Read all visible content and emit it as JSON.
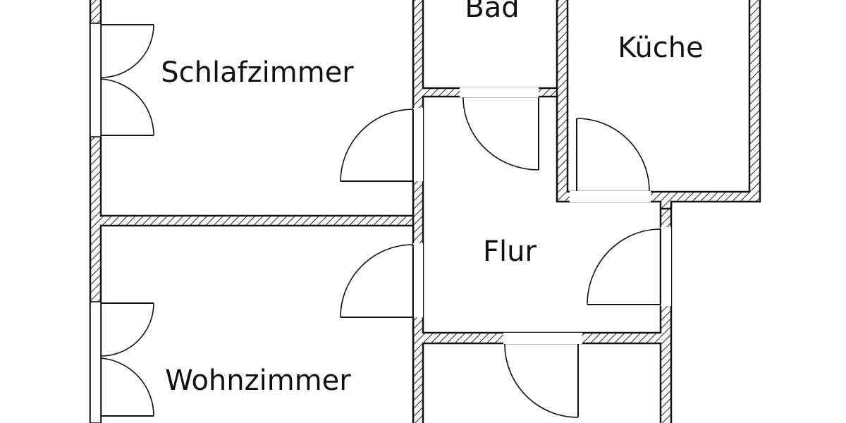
{
  "rooms": {
    "schlafzimmer": "Schlafzimmer",
    "bad": "Bad",
    "kueche": "Küche",
    "flur": "Flur",
    "wohnzimmer": "Wohnzimmer"
  }
}
